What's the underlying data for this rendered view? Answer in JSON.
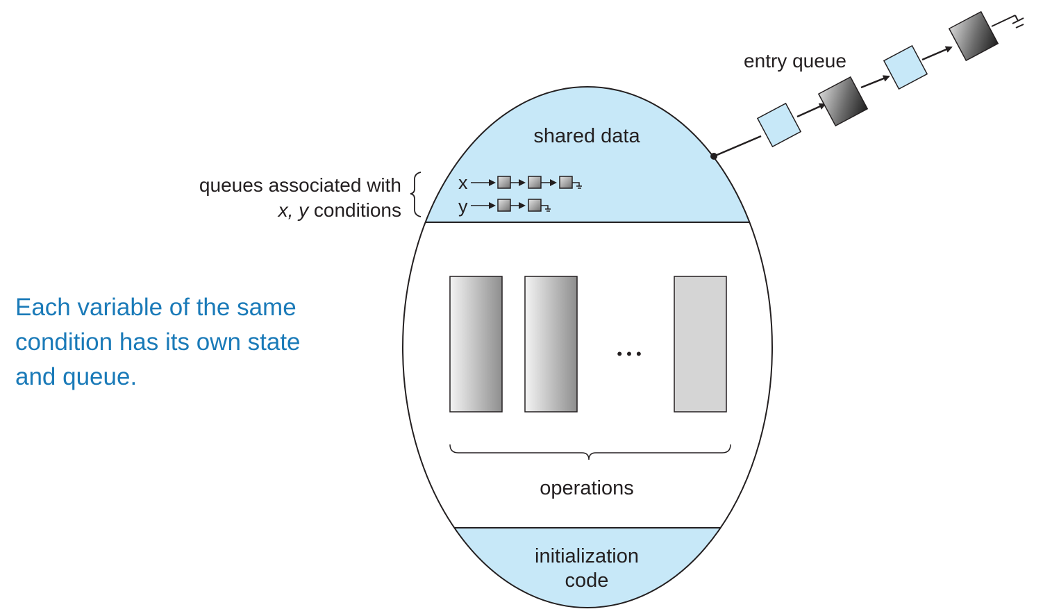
{
  "diagram": {
    "labels": {
      "shared_data": "shared data",
      "entry_queue": "entry queue",
      "queues_line1": "queues associated with",
      "queues_cond_italic": "x, y",
      "queues_cond_rest": " conditions",
      "x_var": "x",
      "y_var": "y",
      "ellipsis": "• • •",
      "operations": "operations",
      "init_line1": "initialization",
      "init_line2": "code"
    },
    "colors": {
      "section_fill": "#c7e8f8",
      "outline": "#231f20",
      "caption_text": "#1a7ab8"
    }
  },
  "caption": {
    "lines": [
      "Each variable of the same",
      "condition has its own state",
      "and queue."
    ]
  }
}
